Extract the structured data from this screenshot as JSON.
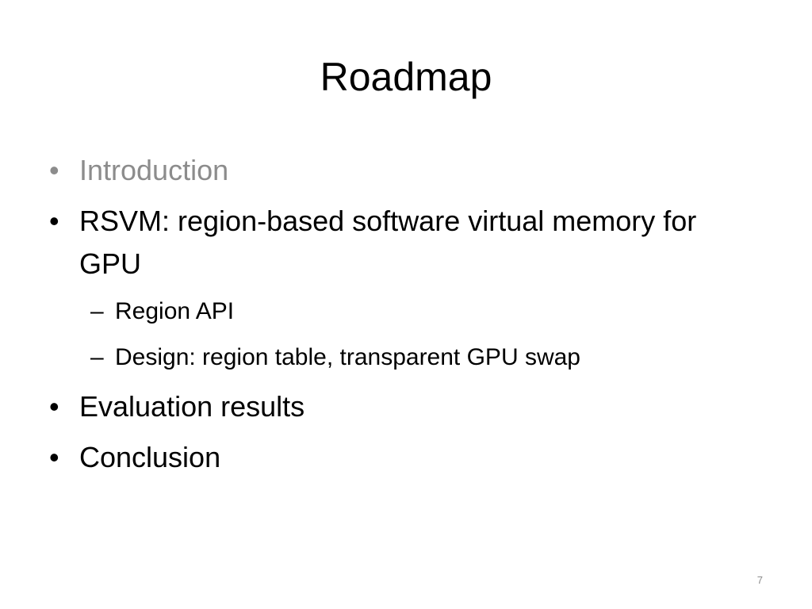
{
  "slide": {
    "title": "Roadmap",
    "bullets": [
      {
        "text": "Introduction",
        "marker": "•"
      },
      {
        "text": "RSVM: region-based software virtual memory for GPU",
        "marker": "•"
      },
      {
        "text": "Region API",
        "marker": "–"
      },
      {
        "text": "Design: region table, transparent GPU swap",
        "marker": "–"
      },
      {
        "text": "Evaluation results",
        "marker": "•"
      },
      {
        "text": "Conclusion",
        "marker": "•"
      }
    ],
    "page_number": "7"
  },
  "colors": {
    "text": "#000000",
    "dimmed_text": "#8c8c8c",
    "background": "#ffffff"
  }
}
